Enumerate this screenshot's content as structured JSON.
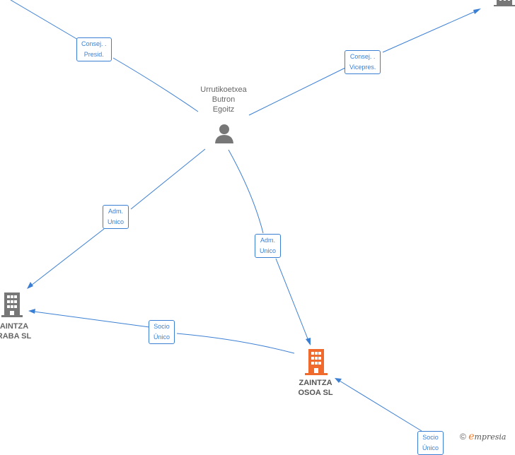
{
  "person": {
    "name_lines": [
      "Urrutikoetxea",
      "Butron",
      "Egoitz"
    ],
    "icon": "person-icon"
  },
  "companies": {
    "main": {
      "lines": [
        "ZAINTZA",
        "OSOA  SL"
      ],
      "color": "#f06a2e",
      "icon": "building-icon"
    },
    "left": {
      "lines": [
        "AINTZA",
        "RABA  SL"
      ],
      "color": "#777777",
      "icon": "building-icon"
    },
    "top_right": {
      "icon": "building-icon",
      "color": "#777777"
    }
  },
  "edges": {
    "consej_presid": [
      "Consej. .",
      "Presid."
    ],
    "consej_vicepres": [
      "Consej. .",
      "Vicepres."
    ],
    "adm_unico_left": [
      "Adm.",
      "Unico"
    ],
    "adm_unico_main": [
      "Adm.",
      "Unico"
    ],
    "socio_unico": [
      "Socio",
      "Único"
    ],
    "socio_bottom": [
      "Socio",
      "Único"
    ]
  },
  "footer": {
    "copyright_symbol": "©",
    "brand_initial": "e",
    "brand_rest": "mpresia"
  }
}
